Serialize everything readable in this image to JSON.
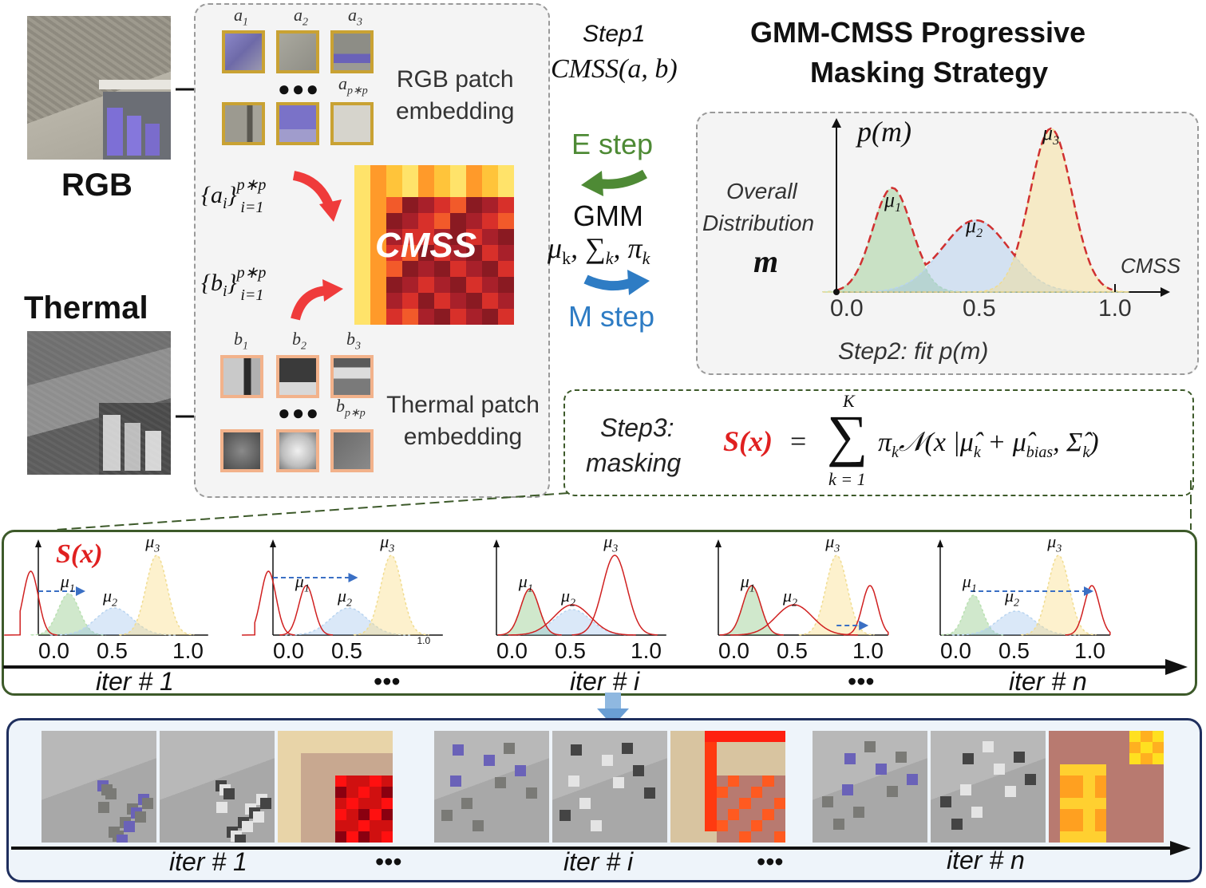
{
  "left": {
    "rgb_label": "RGB",
    "thermal_label": "Thermal",
    "rgb_patches": [
      "a1",
      "a2",
      "a3",
      "a p*p"
    ],
    "thermal_patches": [
      "b1",
      "b2",
      "b3",
      "b p*p"
    ],
    "rgb_embed": [
      "RGB patch",
      "embedding"
    ],
    "thermal_embed": [
      "Thermal patch",
      "embedding"
    ],
    "set_a": "{a_i}_{i=1}^{p*p}",
    "set_b": "{b_i}_{i=1}^{p*p}",
    "cmss_label": "CMSS"
  },
  "middle": {
    "step1": "Step1",
    "cmss_func": "CMSS(a, b)",
    "e_step": "E step",
    "gmm": "GMM",
    "params": "μk, ∑k, πk",
    "m_step": "M step"
  },
  "right": {
    "title_line1": "GMM-CMSS Progressive",
    "title_line2": "Masking Strategy",
    "pm": "p(m)",
    "overall": "Overall",
    "distribution": "Distribution",
    "m_symbol": "m",
    "xaxis_name": "CMSS",
    "ticks": [
      "0.0",
      "0.5",
      "1.0"
    ],
    "mu": [
      "μ1",
      "μ2",
      "μ3"
    ],
    "step2": "Step2: fit p(m)"
  },
  "step3": {
    "label_line1": "Step3:",
    "label_line2": "masking",
    "formula_lhs": "S(x)",
    "formula_rhs": "= Σ πk N(x | μ̂k + μ̂bias, Σ̂k)",
    "sum_top": "K",
    "sum_bottom": "k = 1"
  },
  "iterations": {
    "sx_label": "S(x)",
    "ticks": [
      "0.0",
      "0.5",
      "1.0"
    ],
    "small_tick": "1.0",
    "labels": [
      "iter # 1",
      "•••",
      "iter # i",
      "•••",
      "iter # n"
    ],
    "mu": [
      "μ1",
      "μ2",
      "μ3"
    ]
  },
  "bottom": {
    "labels": [
      "iter # 1",
      "•••",
      "iter # i",
      "•••",
      "iter # n"
    ]
  },
  "colors": {
    "green": "#3d5a2a",
    "blue_step": "#2e7cc4",
    "green_step": "#4e8a35",
    "red": "#e02020",
    "navy": "#1f2f5e"
  }
}
